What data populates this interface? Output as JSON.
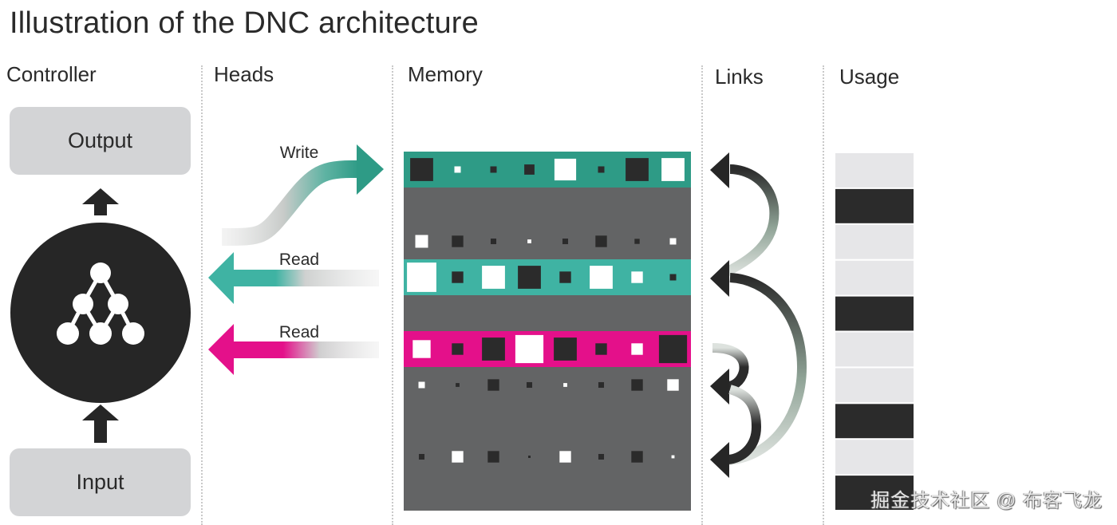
{
  "title": "Illustration of the DNC architecture",
  "sections": {
    "controller": "Controller",
    "heads": "Heads",
    "memory": "Memory",
    "links": "Links",
    "usage": "Usage"
  },
  "controller": {
    "output_label": "Output",
    "input_label": "Input",
    "icon": "neural-network-icon"
  },
  "heads": [
    {
      "label": "Write",
      "direction": "to-memory",
      "color": "#2e9b86",
      "target_row": 0
    },
    {
      "label": "Read",
      "direction": "from-memory",
      "color": "#3fb3a3",
      "target_row": 3
    },
    {
      "label": "Read",
      "direction": "from-memory",
      "color": "#e4108a",
      "target_row": 5
    }
  ],
  "colors": {
    "write": "#2e9b86",
    "read_teal": "#3fb3a3",
    "read_magenta": "#e4108a",
    "memory_bg": "#636465",
    "cell_dark": "#2b2b2b",
    "cell_light": "#ffffff",
    "usage_free": "#e6e6e8",
    "usage_used": "#2b2b2b",
    "box_gray": "#d3d4d6"
  },
  "memory": {
    "rows": [
      {
        "highlight": "write",
        "cells": [
          {
            "v": "dark",
            "s": 0.9
          },
          {
            "v": "light",
            "s": 0.25
          },
          {
            "v": "dark",
            "s": 0.25
          },
          {
            "v": "dark",
            "s": 0.4
          },
          {
            "v": "light",
            "s": 0.85
          },
          {
            "v": "dark",
            "s": 0.25
          },
          {
            "v": "dark",
            "s": 0.9
          },
          {
            "v": "light",
            "s": 0.9
          }
        ]
      },
      {
        "highlight": "none",
        "cells": []
      },
      {
        "highlight": "none",
        "cells": [
          {
            "v": "light",
            "s": 0.5
          },
          {
            "v": "dark",
            "s": 0.45
          },
          {
            "v": "dark",
            "s": 0.22
          },
          {
            "v": "light",
            "s": 0.15
          },
          {
            "v": "dark",
            "s": 0.22
          },
          {
            "v": "dark",
            "s": 0.45
          },
          {
            "v": "dark",
            "s": 0.2
          },
          {
            "v": "light",
            "s": 0.25
          }
        ]
      },
      {
        "highlight": "read_teal",
        "cells": [
          {
            "v": "light",
            "s": 1.15
          },
          {
            "v": "dark",
            "s": 0.45
          },
          {
            "v": "light",
            "s": 0.9
          },
          {
            "v": "dark",
            "s": 0.9
          },
          {
            "v": "dark",
            "s": 0.45
          },
          {
            "v": "light",
            "s": 0.9
          },
          {
            "v": "light",
            "s": 0.45
          },
          {
            "v": "dark",
            "s": 0.25
          }
        ]
      },
      {
        "highlight": "none",
        "cells": []
      },
      {
        "highlight": "read_magenta",
        "cells": [
          {
            "v": "light",
            "s": 0.7
          },
          {
            "v": "dark",
            "s": 0.45
          },
          {
            "v": "dark",
            "s": 0.9
          },
          {
            "v": "light",
            "s": 1.1
          },
          {
            "v": "dark",
            "s": 0.9
          },
          {
            "v": "dark",
            "s": 0.45
          },
          {
            "v": "light",
            "s": 0.45
          },
          {
            "v": "dark",
            "s": 1.1
          }
        ]
      },
      {
        "highlight": "none",
        "cells": [
          {
            "v": "light",
            "s": 0.25
          },
          {
            "v": "dark",
            "s": 0.15
          },
          {
            "v": "dark",
            "s": 0.45
          },
          {
            "v": "dark",
            "s": 0.22
          },
          {
            "v": "light",
            "s": 0.15
          },
          {
            "v": "dark",
            "s": 0.22
          },
          {
            "v": "dark",
            "s": 0.45
          },
          {
            "v": "light",
            "s": 0.45
          }
        ]
      },
      {
        "highlight": "none",
        "cells": []
      },
      {
        "highlight": "none",
        "cells": [
          {
            "v": "dark",
            "s": 0.22
          },
          {
            "v": "light",
            "s": 0.45
          },
          {
            "v": "dark",
            "s": 0.45
          },
          {
            "v": "dark",
            "s": 0.06
          },
          {
            "v": "light",
            "s": 0.45
          },
          {
            "v": "dark",
            "s": 0.22
          },
          {
            "v": "dark",
            "s": 0.45
          },
          {
            "v": "light",
            "s": 0.12
          }
        ]
      },
      {
        "highlight": "none",
        "cells": []
      }
    ]
  },
  "links": [
    {
      "from_row": 3,
      "to_row": 0
    },
    {
      "from_row": 8,
      "to_row": 3
    },
    {
      "from_row": 5,
      "to_row": 6
    },
    {
      "from_row": 6,
      "to_row": 8
    }
  ],
  "usage": [
    "free",
    "used",
    "free",
    "free",
    "used",
    "free",
    "free",
    "used",
    "free",
    "used"
  ],
  "watermark": "掘金技术社区 @ 布客飞龙"
}
